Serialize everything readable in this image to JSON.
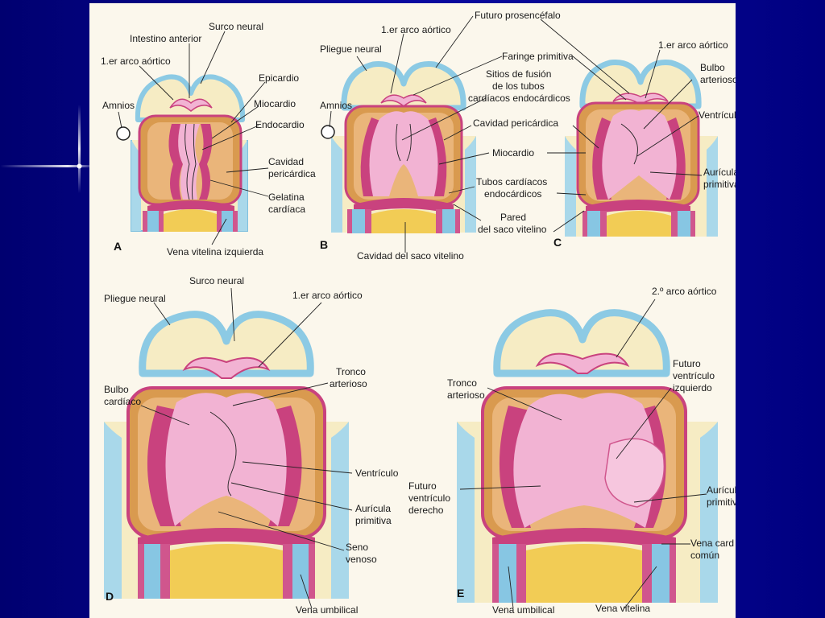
{
  "colors": {
    "background": "#0a0aa0",
    "figure_bg": "#fbf7ec",
    "ectoderm_blue": "#a9d8ea",
    "tissue_cream": "#f6ecc4",
    "cavity_orange": "#d99a4f",
    "myocardium_magenta": "#c9427e",
    "endocardium_pink": "#f2b3d3",
    "yolk_yellow": "#f2cc55"
  },
  "panels": {
    "A": {
      "letter": "A",
      "labels": {
        "surco_neural": "Surco neural",
        "intestino_anterior": "Intestino anterior",
        "arco_aortico_1": "1.er arco aórtico",
        "epicardio": "Epicardio",
        "amnios": "Amnios",
        "miocardio": "Miocardio",
        "endocardio": "Endocardio",
        "cavidad_pericardica": [
          "Cavidad",
          "pericárdica"
        ],
        "gelatina_cardiaca": [
          "Gelatina",
          "cardíaca"
        ],
        "vena_vitelina_izquierda": "Vena vitelina izquierda"
      }
    },
    "B": {
      "letter": "B",
      "labels": {
        "futuro_prosencefalo": "Futuro prosencéfalo",
        "arco_aortico_1": "1.er arco aórtico",
        "pliegue_neural": "Pliegue neural",
        "faringe_primitiva": "Faringe primitiva",
        "sitios_fusion": [
          "Sitios de fusión",
          "de los tubos",
          "cardíacos endocárdicos"
        ],
        "amnios": "Amnios",
        "cavidad_pericardica": "Cavidad pericárdica",
        "miocardio": "Miocardio",
        "tubos_cardiacos": [
          "Tubos cardíacos",
          "endocárdicos"
        ],
        "pared_saco_vitelino": [
          "Pared",
          "del saco vitelino"
        ],
        "cavidad_saco_vitelino": "Cavidad del saco vitelino"
      }
    },
    "C": {
      "letter": "C",
      "labels": {
        "arco_aortico_1": "1.er arco aórtico",
        "bulbo_arterioso": [
          "Bulbo",
          "arterioso"
        ],
        "ventriculo": "Ventrículo",
        "auricula_primitiva": [
          "Aurícula",
          "primitiva"
        ]
      }
    },
    "D": {
      "letter": "D",
      "labels": {
        "surco_neural": "Surco neural",
        "pliegue_neural": "Pliegue neural",
        "arco_aortico_1": "1.er arco aórtico",
        "tronco_arterioso": [
          "Tronco",
          "arterioso"
        ],
        "bulbo_cardiaco": [
          "Bulbo",
          "cardíaco"
        ],
        "ventriculo": "Ventrículo",
        "auricula_primitiva": [
          "Aurícula",
          "primitiva"
        ],
        "seno_venoso": [
          "Seno",
          "venoso"
        ],
        "vena_umbilical": "Vena umbilical"
      }
    },
    "E": {
      "letter": "E",
      "labels": {
        "arco_aortico_2": "2.º arco aórtico",
        "futuro_ventriculo_izquierdo": [
          "Futuro",
          "ventrículo",
          "izquierdo"
        ],
        "tronco_arterioso": [
          "Tronco",
          "arterioso"
        ],
        "futuro_ventriculo_derecho": [
          "Futuro",
          "ventrículo",
          "derecho"
        ],
        "auricula_primitiva": [
          "Aurícula",
          "primitiva"
        ],
        "vena_cardinal_comun": [
          "Vena card",
          "común"
        ],
        "vena_umbilical": "Vena umbilical",
        "vena_vitelina": "Vena vitelina"
      }
    }
  }
}
